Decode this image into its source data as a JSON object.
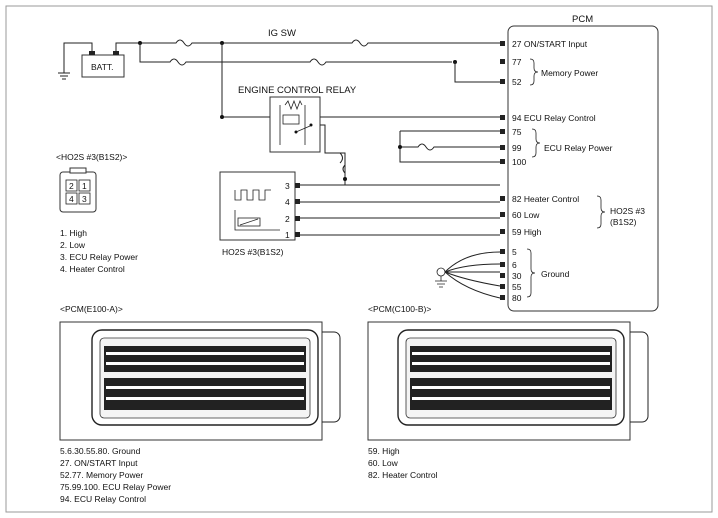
{
  "labels": {
    "pcm": "PCM",
    "batt": "BATT.",
    "ig_sw": "IG SW",
    "engine_control_relay": "ENGINE CONTROL RELAY",
    "ho2s_sensor": "HO2S #3(B1S2)",
    "ho2s_connector_title": "<HO2S #3(B1S2)>",
    "ho2s_group_line1": "HO2S #3",
    "ho2s_group_line2": "(B1S2)",
    "memory_power": "Memory Power",
    "ecu_relay_power": "ECU Relay Power",
    "ground": "Ground",
    "pcm_a_title": "<PCM(E100-A)>",
    "pcm_b_title": "<PCM(C100-B)>"
  },
  "pcm_pins": [
    {
      "num": "27",
      "label": "ON/START Input"
    },
    {
      "num": "77",
      "label": ""
    },
    {
      "num": "52",
      "label": ""
    },
    {
      "num": "94",
      "label": "ECU Relay Control"
    },
    {
      "num": "75",
      "label": ""
    },
    {
      "num": "99",
      "label": ""
    },
    {
      "num": "100",
      "label": ""
    },
    {
      "num": "82",
      "label": "Heater Control"
    },
    {
      "num": "60",
      "label": "Low"
    },
    {
      "num": "59",
      "label": "High"
    },
    {
      "num": "5",
      "label": ""
    },
    {
      "num": "6",
      "label": ""
    },
    {
      "num": "30",
      "label": ""
    },
    {
      "num": "55",
      "label": ""
    },
    {
      "num": "80",
      "label": ""
    }
  ],
  "sensor_pins": [
    "3",
    "4",
    "2",
    "1"
  ],
  "connector_pins": [
    "2",
    "1",
    "4",
    "3"
  ],
  "ho2s_legend": [
    "1. High",
    "2. Low",
    "3. ECU Relay Power",
    "4. Heater Control"
  ],
  "pcm_a_legend": [
    "5.6.30.55.80. Ground",
    "27. ON/START Input",
    "52.77. Memory Power",
    "75.99.100. ECU Relay Power",
    "94. ECU Relay Control"
  ],
  "pcm_b_legend": [
    "59. High",
    "60. Low",
    "82. Heater Control"
  ]
}
